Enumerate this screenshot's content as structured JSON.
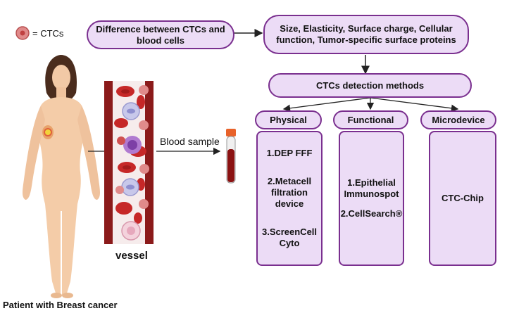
{
  "legend": {
    "label": "= CTCs"
  },
  "top_left_box": "Difference between CTCs and blood cells",
  "top_right_box": "Size, Elasticity, Surface charge, Cellular function, Tumor-specific surface proteins",
  "methods_box": "CTCs detection methods",
  "categories": [
    {
      "title": "Physical",
      "items": [
        "1.DEP FFF",
        "2.Metacell filtration device",
        "3.ScreenCell Cyto"
      ]
    },
    {
      "title": "Functional",
      "items": [
        "1.Epithelial Immunospot",
        "2.CellSearch®"
      ]
    },
    {
      "title": "Microdevice",
      "items": [
        "CTC-Chip"
      ]
    }
  ],
  "blood_sample_label": "Blood sample",
  "vessel_label": "vessel",
  "patient_label": "Patient with Breast cancer",
  "colors": {
    "box_fill": "#ecdcf6",
    "box_border": "#7a2f8f",
    "vessel_wall": "#8b1a1a",
    "rbc": "#c62828"
  }
}
